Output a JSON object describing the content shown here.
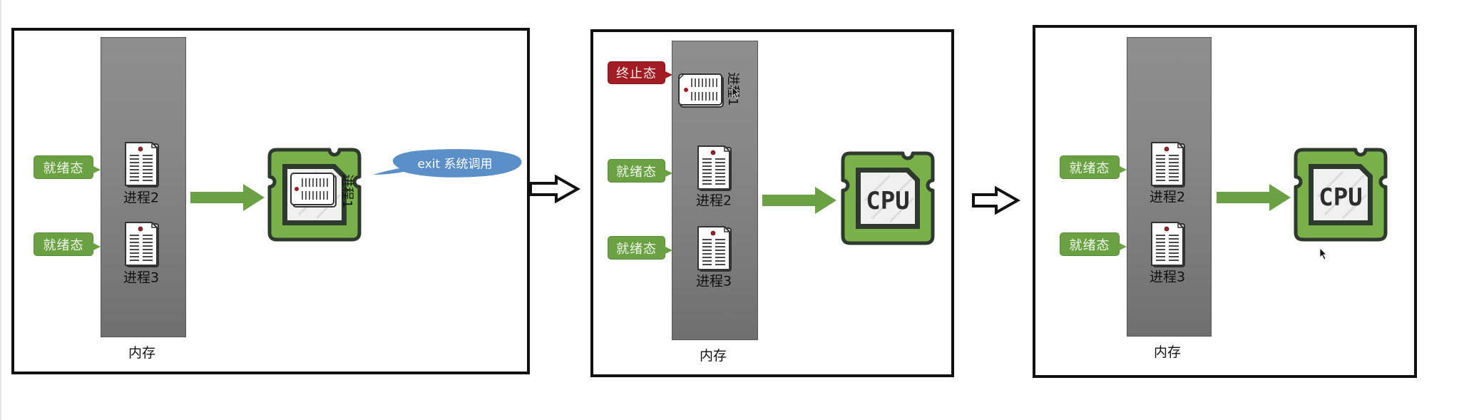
{
  "diagram": {
    "title": "进程终止过程示意",
    "colors": {
      "ready": "#6aa143",
      "terminated": "#a11d22",
      "memory": "#7f7f7f",
      "cpu_green": "#7ab04a",
      "bubble": "#5b8fc7"
    },
    "panels": [
      {
        "memory_label": "内存",
        "processes": [
          {
            "name": "进程2",
            "state": "就绪态"
          },
          {
            "name": "进程3",
            "state": "就绪态"
          }
        ],
        "cpu": {
          "label": "",
          "running_process": "进程1"
        },
        "callout": "exit 系统调用"
      },
      {
        "memory_label": "内存",
        "processes": [
          {
            "name": "进程1",
            "state": "终止态"
          },
          {
            "name": "进程2",
            "state": "就绪态"
          },
          {
            "name": "进程3",
            "state": "就绪态"
          }
        ],
        "cpu": {
          "label": "CPU"
        }
      },
      {
        "memory_label": "内存",
        "processes": [
          {
            "name": "进程2",
            "state": "就绪态"
          },
          {
            "name": "进程3",
            "state": "就绪态"
          }
        ],
        "cpu": {
          "label": "CPU"
        }
      }
    ]
  }
}
